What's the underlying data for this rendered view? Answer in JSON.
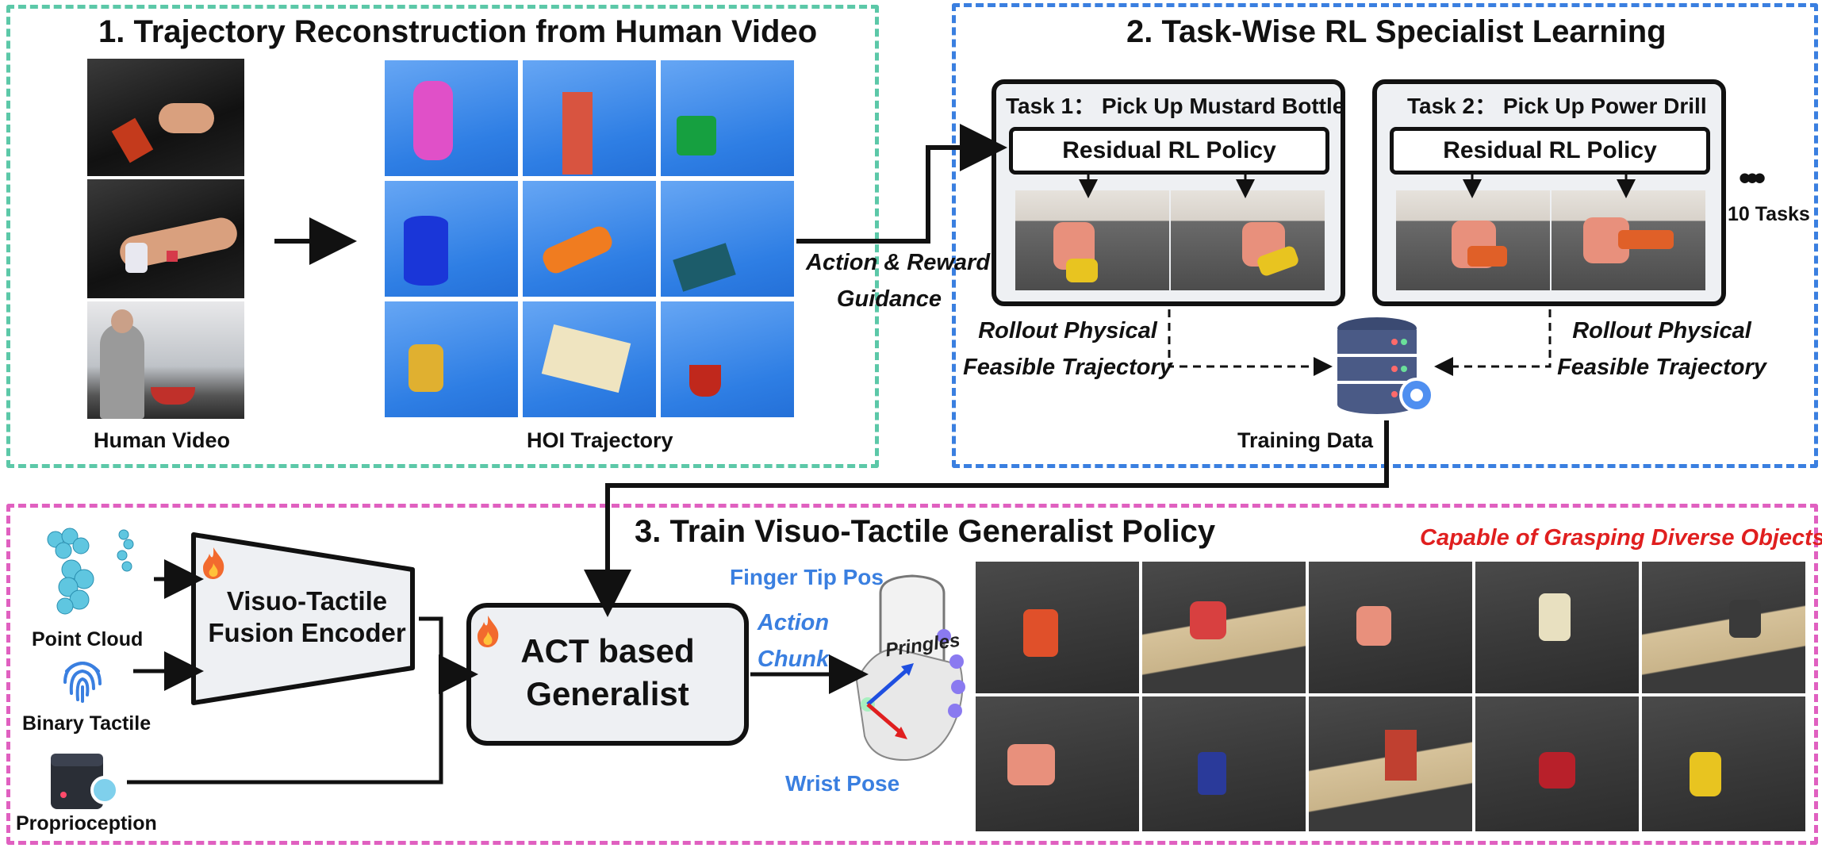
{
  "panel1": {
    "title": "1. Trajectory Reconstruction from Human Video",
    "human_video_label": "Human Video",
    "hoi_label": "HOI Trajectory"
  },
  "panel2": {
    "title": "2. Task-Wise RL Specialist Learning",
    "task1_title": "Task 1： Pick Up Mustard Bottle",
    "task2_title": "Task 2： Pick Up Power Drill",
    "policy_label": "Residual RL Policy",
    "dots": "•••",
    "tasks_count": "10 Tasks",
    "rollout_line1": "Rollout Physical",
    "rollout_line2": "Feasible Trajectory",
    "training_data": "Training Data"
  },
  "guidance": {
    "line1": "Action & Reward",
    "line2": "Guidance"
  },
  "panel3": {
    "title": "3. Train Visuo-Tactile Generalist Policy",
    "capable": "Capable of Grasping Diverse Objects",
    "point_cloud": "Point Cloud",
    "binary_tactile": "Binary Tactile",
    "proprioception": "Proprioception",
    "encoder_line1": "Visuo-Tactile",
    "encoder_line2": "Fusion Encoder",
    "act_line1": "ACT based",
    "act_line2": "Generalist",
    "finger_tip": "Finger Tip Pos",
    "action_line1": "Action",
    "action_line2": "Chunk",
    "wrist_pose": "Wrist Pose",
    "can_text": "Pringles"
  },
  "colors": {
    "panel1_border": "#5cc8a8",
    "panel2_border": "#3a7fe0",
    "panel3_border": "#e060c0",
    "accent_blue": "#3a7fe0",
    "accent_red": "#e01f1f"
  },
  "icons": [
    "fire-icon",
    "fingerprint-icon",
    "servo-motor-icon",
    "database-icon",
    "gear-icon",
    "point-cloud-icon"
  ]
}
